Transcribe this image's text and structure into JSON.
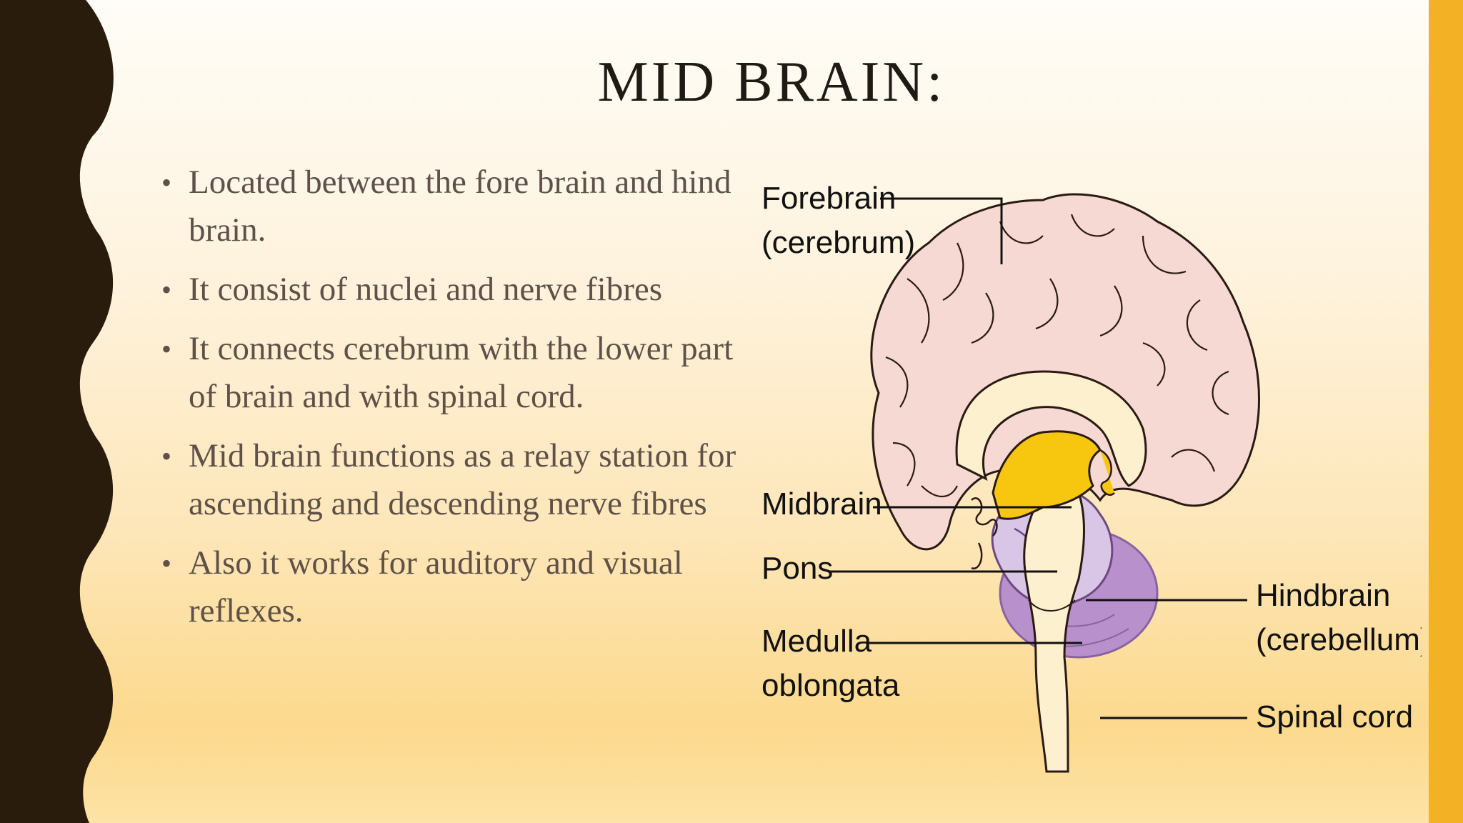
{
  "slide": {
    "title": "MID BRAIN:",
    "bullets": [
      "Located between the fore brain and hind brain.",
      "It consist of nuclei and nerve fibres",
      "It connects cerebrum with the lower part of brain and with spinal cord.",
      "Mid brain functions as a relay station for ascending and descending nerve fibres",
      "Also it works for auditory and visual reflexes."
    ]
  },
  "diagram": {
    "labels": {
      "forebrain_line1": "Forebrain",
      "forebrain_line2": "(cerebrum)",
      "midbrain": "Midbrain",
      "pons": "Pons",
      "medulla_line1": "Medulla",
      "medulla_line2": "oblongata",
      "hindbrain_line1": "Hindbrain",
      "hindbrain_line2": "(cerebellum)",
      "spinal_cord": "Spinal cord"
    },
    "colors": {
      "cerebrum": "#f6d9d2",
      "midbrain": "#f7c710",
      "brainstem": "#fcf0cf",
      "cerebellum": "#d9c6e7",
      "cerebellum_shadow": "#b891cc",
      "left_band": "#2a1c0c",
      "right_band": "#f3b225"
    }
  }
}
